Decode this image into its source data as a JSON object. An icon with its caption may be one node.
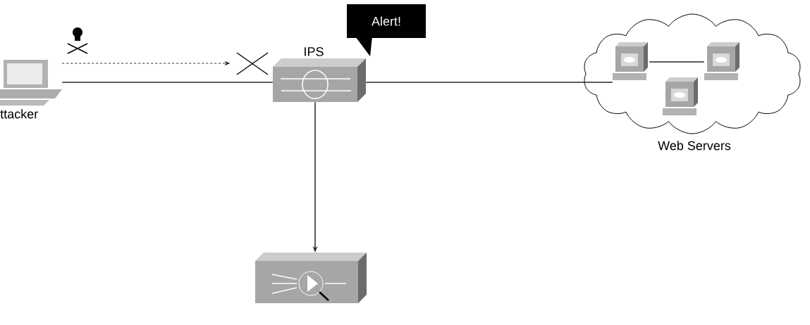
{
  "diagram": {
    "nodes": [
      {
        "text": [
          "ttacker"
        ]
      },
      {
        "text": [
          "IPS"
        ]
      },
      {
        "text": [
          "Alert!"
        ]
      },
      {
        "text": [
          "Web Servers"
        ]
      },
      {
        "text": [],
        "shape": "server",
        "in": 3
      },
      {
        "text": [],
        "shape": "server",
        "in": 3
      },
      {
        "text": [],
        "shape": "server",
        "in": 3
      },
      {
        "text": [],
        "shape": "box"
      }
    ],
    "edges": [
      {
        "from": 0,
        "to": 1,
        "arrow": "to",
        "style": "dashed"
      },
      {
        "from": 0,
        "to": 1,
        "arrow": "none"
      },
      {
        "from": 1,
        "to": 4,
        "arrow": "none"
      },
      {
        "from": 4,
        "to": 5,
        "arrow": "none"
      },
      {
        "from": 1,
        "to": 7,
        "arrow": "to"
      }
    ]
  }
}
